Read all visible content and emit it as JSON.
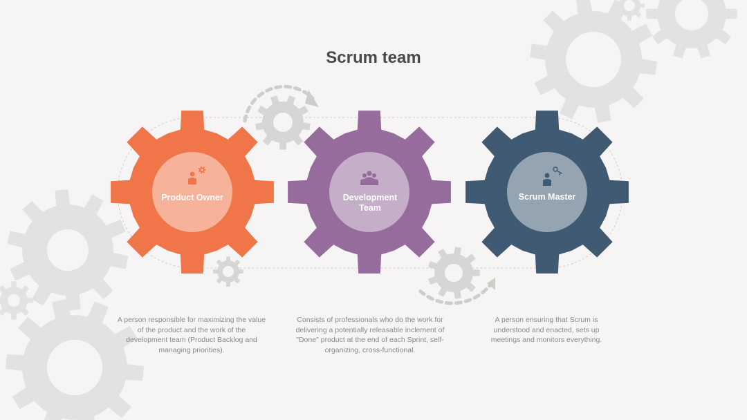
{
  "title": "Scrum team",
  "roles": [
    {
      "name": "Product Owner",
      "icon": "person-gear-icon",
      "color": "#f07548",
      "description": "A person responsible for maximizing the value of the product and the work of the development team (Product Backlog and managing priorities)."
    },
    {
      "name": "Development Team",
      "icon": "team-icon",
      "color": "#956c9c",
      "description": "Consists of professionals who do the work for delivering a potentially releasable inclement of \"Done\" product at the end of each Sprint, self-organizing, cross-functional."
    },
    {
      "name": "Scrum Master",
      "icon": "person-key-icon",
      "color": "#3f5a72",
      "description": "A person ensuring that Scrum is understood and enacted, sets up meetings and monitors everything."
    }
  ],
  "colors": {
    "background": "#f6f4f4",
    "decorative_gear": "#e3e1e1",
    "small_gear": "#d8d6d4",
    "arrow": "#cfcdca",
    "title": "#4a4a4a",
    "description": "#8a8a8a"
  }
}
